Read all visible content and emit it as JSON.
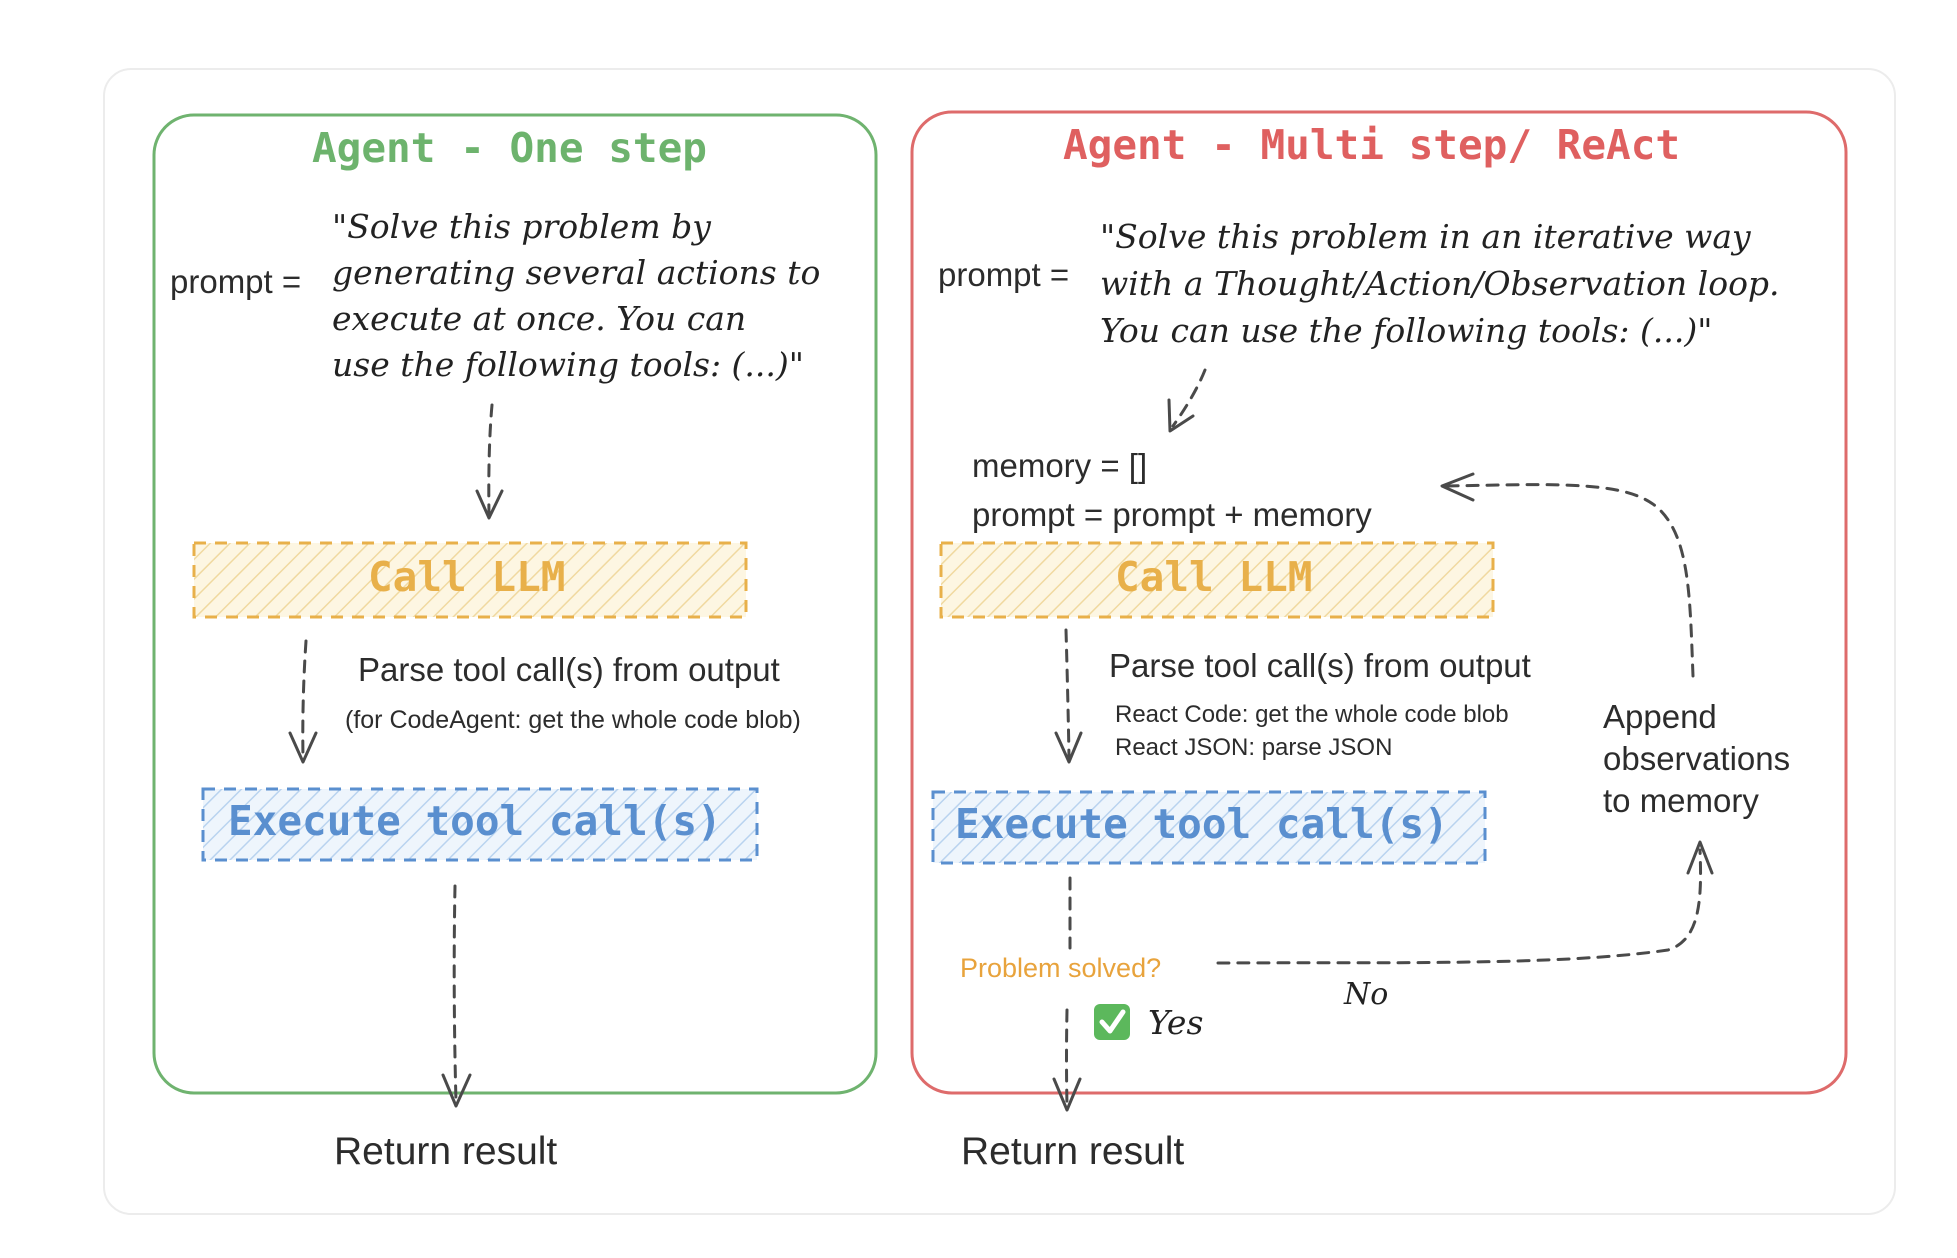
{
  "colors": {
    "green": "#6fb36f",
    "green_title": "#6db36d",
    "red": "#de6b6b",
    "red_title": "#df6060",
    "yellow": "#e8b04a",
    "yellow_fill": "#fbeec9",
    "blue": "#5a8fcf",
    "blue_fill": "#d9e8f8",
    "orange_text": "#e8a33c",
    "arrow": "#4a4a4a"
  },
  "left_panel": {
    "title": "Agent - One step",
    "prompt_label": "prompt =",
    "prompt_lines": [
      "\"Solve this problem by",
      "generating several actions to",
      "execute at once. You can",
      "use the following tools: (...)\""
    ],
    "call_llm": "Call LLM",
    "parse_label": "Parse tool call(s) from output",
    "parse_note": "(for CodeAgent: get the whole code blob)",
    "execute": "Execute tool call(s)",
    "result": "Return result"
  },
  "right_panel": {
    "title": "Agent - Multi step/ ReAct",
    "prompt_label": "prompt =",
    "prompt_lines": [
      "\"Solve this problem in an iterative way",
      "with a Thought/Action/Observation loop.",
      "You can use the following tools: (...)\""
    ],
    "memory_init": "memory = []",
    "memory_update": "prompt = prompt + memory",
    "call_llm": "Call LLM",
    "parse_label": "Parse tool call(s) from output",
    "parse_note_1": "React Code: get the whole code blob",
    "parse_note_2": "React JSON: parse JSON",
    "execute": "Execute tool call(s)",
    "append_lines": [
      "Append",
      "observations",
      "to memory"
    ],
    "question": "Problem solved?",
    "no_label": "No",
    "yes_icon": "check-mark-icon",
    "yes_label": "Yes",
    "result": "Return result"
  }
}
